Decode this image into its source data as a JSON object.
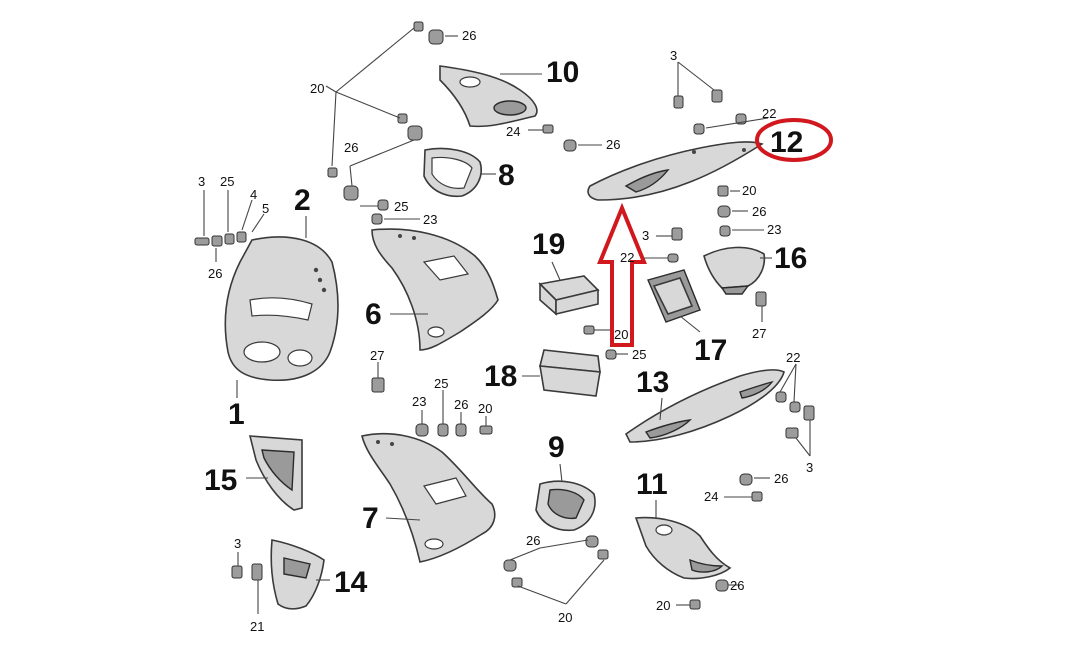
{
  "diagram": {
    "main_labels": {
      "p1": "1",
      "p2": "2",
      "p6": "6",
      "p7": "7",
      "p8": "8",
      "p9": "9",
      "p10": "10",
      "p11": "11",
      "p12": "12",
      "p13": "13",
      "p14": "14",
      "p15": "15",
      "p16": "16",
      "p17": "17",
      "p18": "18",
      "p19": "19"
    },
    "small_labels": {
      "s26a": "26",
      "s20a": "20",
      "s26b": "26",
      "s3a": "3",
      "s25a": "25",
      "s4": "4",
      "s5": "5",
      "s26c": "26",
      "s25b": "25",
      "s23a": "23",
      "s24a": "24",
      "s26d": "26",
      "s3b": "3",
      "s22a": "22",
      "s20b": "20",
      "s26e": "26",
      "s23b": "23",
      "s3c": "3",
      "s22b": "22",
      "s27a": "27",
      "s20c": "20",
      "s25c": "25",
      "s27b": "27",
      "s25d": "25",
      "s23c": "23",
      "s26f": "26",
      "s20d": "20",
      "s22c": "22",
      "s3d": "3",
      "s26g": "26",
      "s24b": "24",
      "s26h": "26",
      "s20e": "20",
      "s26i": "26",
      "s20f": "20",
      "s3e": "3",
      "s21": "21"
    },
    "highlight": {
      "color": "#d0181e",
      "target": "12"
    }
  }
}
